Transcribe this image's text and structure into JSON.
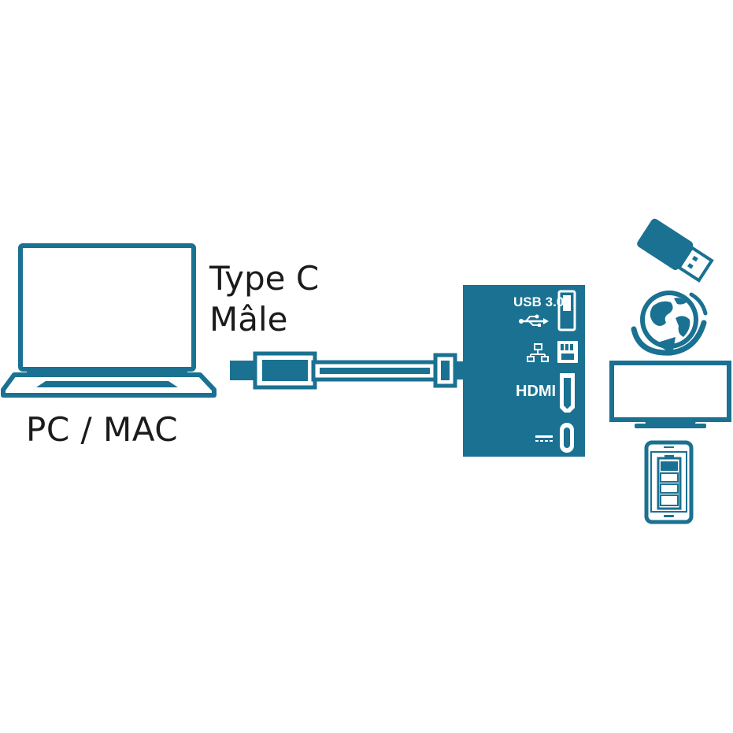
{
  "labels": {
    "computer": "PC / MAC",
    "connector_line1": "Type C",
    "connector_line2": "Mâle"
  },
  "hub": {
    "ports": [
      {
        "label": "USB 3.0",
        "icon": "usb-symbol-icon"
      },
      {
        "label": "",
        "icon": "network-icon"
      },
      {
        "label": "HDMI",
        "icon": "hdmi-port-icon"
      },
      {
        "label": "",
        "icon": "dc-power-icon"
      }
    ]
  },
  "devices": [
    "usb-stick-icon",
    "globe-internet-icon",
    "monitor-icon",
    "smartphone-battery-icon"
  ],
  "colors": {
    "accent": "#1a7191",
    "text": "#1b1b1b",
    "background": "#ffffff"
  }
}
